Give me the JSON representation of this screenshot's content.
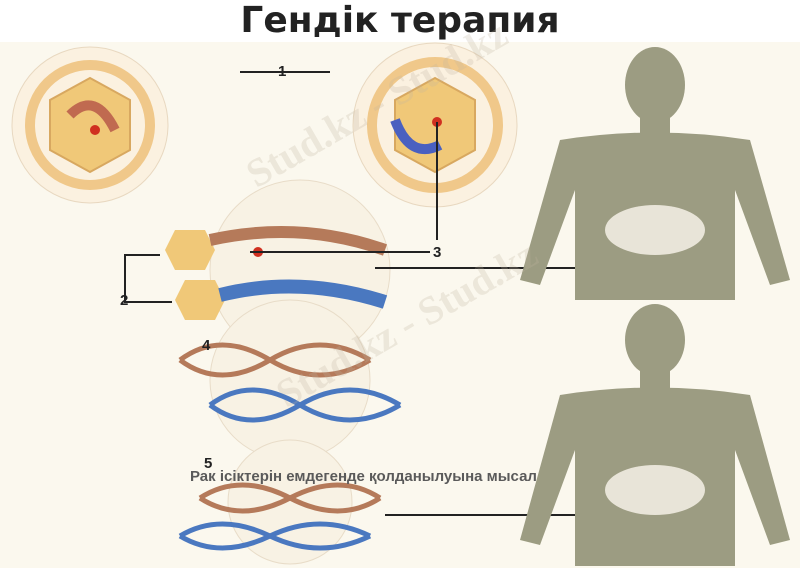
{
  "title": "Гендік терапия",
  "labels": [
    "1",
    "2",
    "3",
    "4",
    "5"
  ],
  "caption": "Рак ісіктерін емдегенде қолданылуына мысал",
  "watermark": "Stud.kz - Stud.kz",
  "colors": {
    "virus": "#f2d5a0",
    "capsid": "#f0c878",
    "silhouette": "#9c9c82",
    "dna_brown": "#b57a5a",
    "dna_blue": "#4a78c0"
  }
}
